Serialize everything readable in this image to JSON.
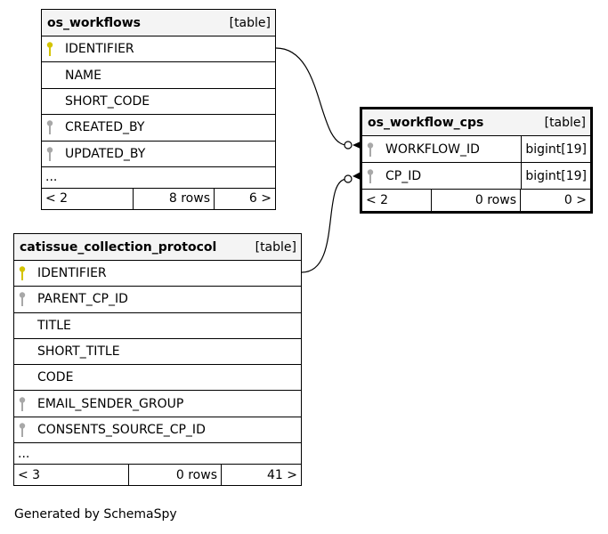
{
  "tables": {
    "os_workflows": {
      "name": "os_workflows",
      "kind": "[table]",
      "columns": [
        {
          "name": "IDENTIFIER",
          "key": "primary"
        },
        {
          "name": "NAME",
          "key": "none"
        },
        {
          "name": "SHORT_CODE",
          "key": "none"
        },
        {
          "name": "CREATED_BY",
          "key": "foreign"
        },
        {
          "name": "UPDATED_BY",
          "key": "foreign"
        }
      ],
      "ellipsis": "...",
      "footer": {
        "parents": "< 2",
        "rows": "8 rows",
        "children": "6 >"
      }
    },
    "os_workflow_cps": {
      "name": "os_workflow_cps",
      "kind": "[table]",
      "columns": [
        {
          "name": "WORKFLOW_ID",
          "key": "foreign",
          "type": "bigint[19]"
        },
        {
          "name": "CP_ID",
          "key": "foreign",
          "type": "bigint[19]"
        }
      ],
      "footer": {
        "parents": "< 2",
        "rows": "0 rows",
        "children": "0 >"
      }
    },
    "catissue_collection_protocol": {
      "name": "catissue_collection_protocol",
      "kind": "[table]",
      "columns": [
        {
          "name": "IDENTIFIER",
          "key": "primary"
        },
        {
          "name": "PARENT_CP_ID",
          "key": "foreign"
        },
        {
          "name": "TITLE",
          "key": "none"
        },
        {
          "name": "SHORT_TITLE",
          "key": "none"
        },
        {
          "name": "CODE",
          "key": "none"
        },
        {
          "name": "EMAIL_SENDER_GROUP",
          "key": "foreign"
        },
        {
          "name": "CONSENTS_SOURCE_CP_ID",
          "key": "foreign"
        }
      ],
      "ellipsis": "...",
      "footer": {
        "parents": "< 3",
        "rows": "0 rows",
        "children": "41 >"
      }
    }
  },
  "colors": {
    "primary_key": "#d4c400",
    "foreign_key": "#a8a8a8",
    "header_bg": "#f4f4f4"
  },
  "icons": {
    "primary": "primary-key-icon",
    "foreign": "foreign-key-icon"
  },
  "generated_by": "Generated by SchemaSpy"
}
